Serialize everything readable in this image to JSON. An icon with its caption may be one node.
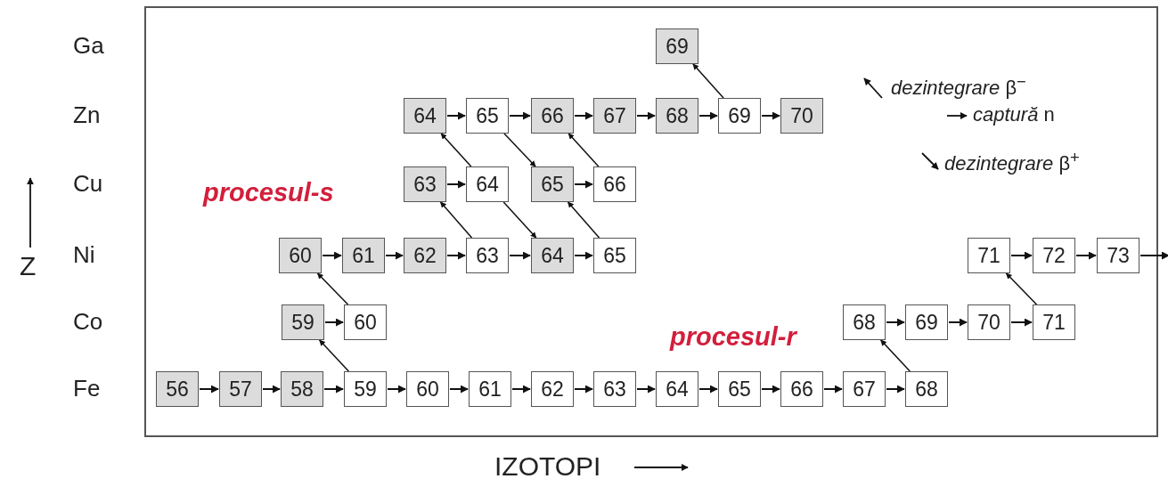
{
  "diagram": {
    "nodes": [
      {
        "text": [
          "69"
        ]
      },
      {
        "text": [
          "64"
        ]
      },
      {
        "text": [
          "65"
        ]
      },
      {
        "text": [
          "66"
        ]
      },
      {
        "text": [
          "67"
        ]
      },
      {
        "text": [
          "68"
        ]
      },
      {
        "text": [
          "69"
        ]
      },
      {
        "text": [
          "70"
        ]
      },
      {
        "text": [
          "63"
        ]
      },
      {
        "text": [
          "64"
        ]
      },
      {
        "text": [
          "65"
        ]
      },
      {
        "text": [
          "66"
        ]
      },
      {
        "text": [
          "60"
        ]
      },
      {
        "text": [
          "61"
        ]
      },
      {
        "text": [
          "62"
        ]
      },
      {
        "text": [
          "63"
        ]
      },
      {
        "text": [
          "64"
        ]
      },
      {
        "text": [
          "65"
        ]
      },
      {
        "text": [
          "71"
        ]
      },
      {
        "text": [
          "72"
        ]
      },
      {
        "text": [
          "73"
        ]
      },
      {
        "text": [
          "59"
        ]
      },
      {
        "text": [
          "60"
        ]
      },
      {
        "text": [
          "68"
        ]
      },
      {
        "text": [
          "69"
        ]
      },
      {
        "text": [
          "70"
        ]
      },
      {
        "text": [
          "71"
        ]
      },
      {
        "text": [
          "56"
        ]
      },
      {
        "text": [
          "57"
        ]
      },
      {
        "text": [
          "58"
        ]
      },
      {
        "text": [
          "59"
        ]
      },
      {
        "text": [
          "60"
        ]
      },
      {
        "text": [
          "61"
        ]
      },
      {
        "text": [
          "62"
        ]
      },
      {
        "text": [
          "63"
        ]
      },
      {
        "text": [
          "64"
        ]
      },
      {
        "text": [
          "65"
        ]
      },
      {
        "text": [
          "66"
        ]
      },
      {
        "text": [
          "67"
        ]
      },
      {
        "text": [
          "68"
        ]
      }
    ],
    "edges": [
      {
        "from": 1,
        "to": 2,
        "arrow": "to"
      },
      {
        "from": 2,
        "to": 3,
        "arrow": "to"
      },
      {
        "from": 3,
        "to": 4,
        "arrow": "to"
      },
      {
        "from": 4,
        "to": 5,
        "arrow": "to"
      },
      {
        "from": 5,
        "to": 6,
        "arrow": "to"
      },
      {
        "from": 6,
        "to": 7,
        "arrow": "to"
      },
      {
        "from": 6,
        "to": 0,
        "arrow": "to"
      },
      {
        "from": 8,
        "to": 9,
        "arrow": "to"
      },
      {
        "from": 10,
        "to": 11,
        "arrow": "to"
      },
      {
        "from": 9,
        "to": 1,
        "arrow": "to"
      },
      {
        "from": 2,
        "to": 10,
        "arrow": "to"
      },
      {
        "from": 11,
        "to": 3,
        "arrow": "to"
      },
      {
        "from": 12,
        "to": 13,
        "arrow": "to"
      },
      {
        "from": 13,
        "to": 14,
        "arrow": "to"
      },
      {
        "from": 14,
        "to": 15,
        "arrow": "to"
      },
      {
        "from": 15,
        "to": 16,
        "arrow": "to"
      },
      {
        "from": 16,
        "to": 17,
        "arrow": "to"
      },
      {
        "from": 15,
        "to": 8,
        "arrow": "to"
      },
      {
        "from": 9,
        "to": 16,
        "arrow": "to"
      },
      {
        "from": 17,
        "to": 10,
        "arrow": "to"
      },
      {
        "from": 18,
        "to": 19,
        "arrow": "to"
      },
      {
        "from": 19,
        "to": 20,
        "arrow": "to"
      },
      {
        "from": 20,
        "to": null,
        "arrow": "to"
      },
      {
        "from": 21,
        "to": 22,
        "arrow": "to"
      },
      {
        "from": 22,
        "to": 12,
        "arrow": "to"
      },
      {
        "from": 23,
        "to": 24,
        "arrow": "to"
      },
      {
        "from": 24,
        "to": 25,
        "arrow": "to"
      },
      {
        "from": 25,
        "to": 26,
        "arrow": "to"
      },
      {
        "from": 26,
        "to": 18,
        "arrow": "to"
      },
      {
        "from": 27,
        "to": 28,
        "arrow": "to"
      },
      {
        "from": 28,
        "to": 29,
        "arrow": "to"
      },
      {
        "from": 29,
        "to": 30,
        "arrow": "to"
      },
      {
        "from": 30,
        "to": 31,
        "arrow": "to"
      },
      {
        "from": 31,
        "to": 32,
        "arrow": "to"
      },
      {
        "from": 32,
        "to": 33,
        "arrow": "to"
      },
      {
        "from": 33,
        "to": 34,
        "arrow": "to"
      },
      {
        "from": 34,
        "to": 35,
        "arrow": "to"
      },
      {
        "from": 35,
        "to": 36,
        "arrow": "to"
      },
      {
        "from": 36,
        "to": 37,
        "arrow": "to"
      },
      {
        "from": 37,
        "to": 38,
        "arrow": "to"
      },
      {
        "from": 38,
        "to": 39,
        "arrow": "to"
      },
      {
        "from": 30,
        "to": 21,
        "arrow": "to"
      },
      {
        "from": 39,
        "to": 23,
        "arrow": "to"
      }
    ],
    "labels": [
      "Ga",
      "Zn",
      "Cu",
      "Ni",
      "Co",
      "Fe",
      "Z",
      "procesul-s",
      "procesul-r",
      "IZOTOPI"
    ],
    "legend": [
      {
        "text": "*dezintegrare* β$^{−}$"
      },
      {
        "text": "*captură* n"
      },
      {
        "text": "*dezintegrare* β$^{+}$"
      }
    ]
  }
}
